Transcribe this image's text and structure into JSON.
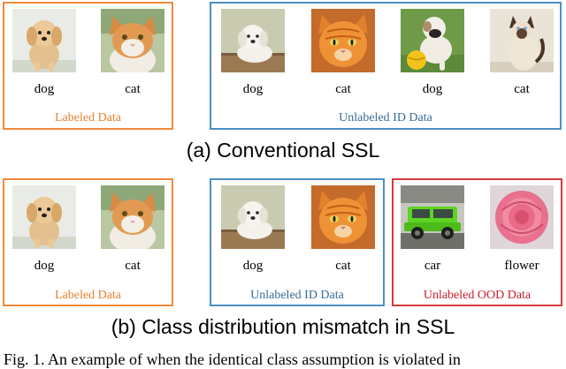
{
  "colors": {
    "labeled": "#f08a3a",
    "id": "#4c8fc4",
    "ood": "#d83a3a",
    "labeled_text": "#e8802e",
    "id_text": "#3a6d94",
    "ood_text": "#c8202a"
  },
  "panel_a": {
    "subtitle": "(a) Conventional SSL",
    "labeled": {
      "caption": "Labeled Data",
      "items": [
        {
          "label": "dog",
          "image": "puppy"
        },
        {
          "label": "cat",
          "image": "orange-white-cat"
        }
      ]
    },
    "unlabeled_id": {
      "caption": "Unlabeled ID Data",
      "items": [
        {
          "label": "dog",
          "image": "white-puppy"
        },
        {
          "label": "cat",
          "image": "orange-cat"
        },
        {
          "label": "dog",
          "image": "bulldog-with-ball"
        },
        {
          "label": "cat",
          "image": "siamese-cat"
        }
      ]
    }
  },
  "panel_b": {
    "subtitle": "(b) Class distribution mismatch in SSL",
    "labeled": {
      "caption": "Labeled Data",
      "items": [
        {
          "label": "dog",
          "image": "puppy"
        },
        {
          "label": "cat",
          "image": "orange-white-cat"
        }
      ]
    },
    "unlabeled_id": {
      "caption": "Unlabeled ID Data",
      "items": [
        {
          "label": "dog",
          "image": "white-puppy"
        },
        {
          "label": "cat",
          "image": "orange-cat"
        }
      ]
    },
    "unlabeled_ood": {
      "caption": "Unlabeled OOD Data",
      "items": [
        {
          "label": "car",
          "image": "green-suv"
        },
        {
          "label": "flower",
          "image": "pink-rose"
        }
      ]
    }
  },
  "figure_caption": "Fig. 1.   An example of when the identical class assumption is violated in"
}
